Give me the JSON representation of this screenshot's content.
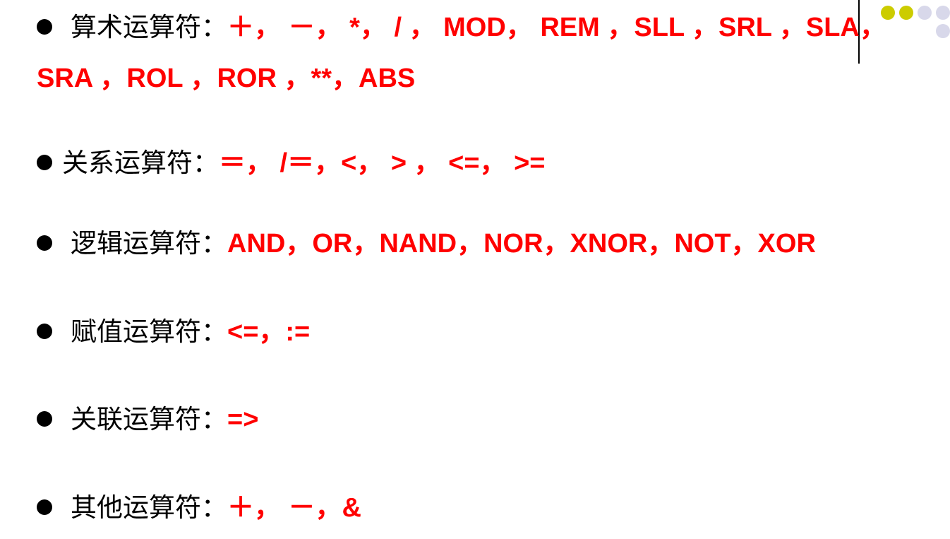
{
  "slide": {
    "items": [
      {
        "label": "算术运算符：",
        "ops": "＋， －， *， / ， MOD， REM ，SLL ，SRL ，SLA，",
        "ops_cont": "SRA ，ROL ，ROR ，**，ABS"
      },
      {
        "label": "关系运算符：",
        "ops": "＝， /＝，<， > ， <=， >="
      },
      {
        "label": "逻辑运算符：",
        "ops": "AND，OR，NAND，NOR，XNOR，NOT，XOR"
      },
      {
        "label": "赋值运算符：",
        "ops": "<=，:="
      },
      {
        "label": "关联运算符：",
        "ops": "=>"
      },
      {
        "label": "其他运算符：",
        "ops": "＋， －，&"
      }
    ]
  },
  "colors": {
    "operator": "#ff0000",
    "label": "#000000",
    "deco_yellow": "#cccc00",
    "deco_lavender": "#d8d8ea"
  }
}
